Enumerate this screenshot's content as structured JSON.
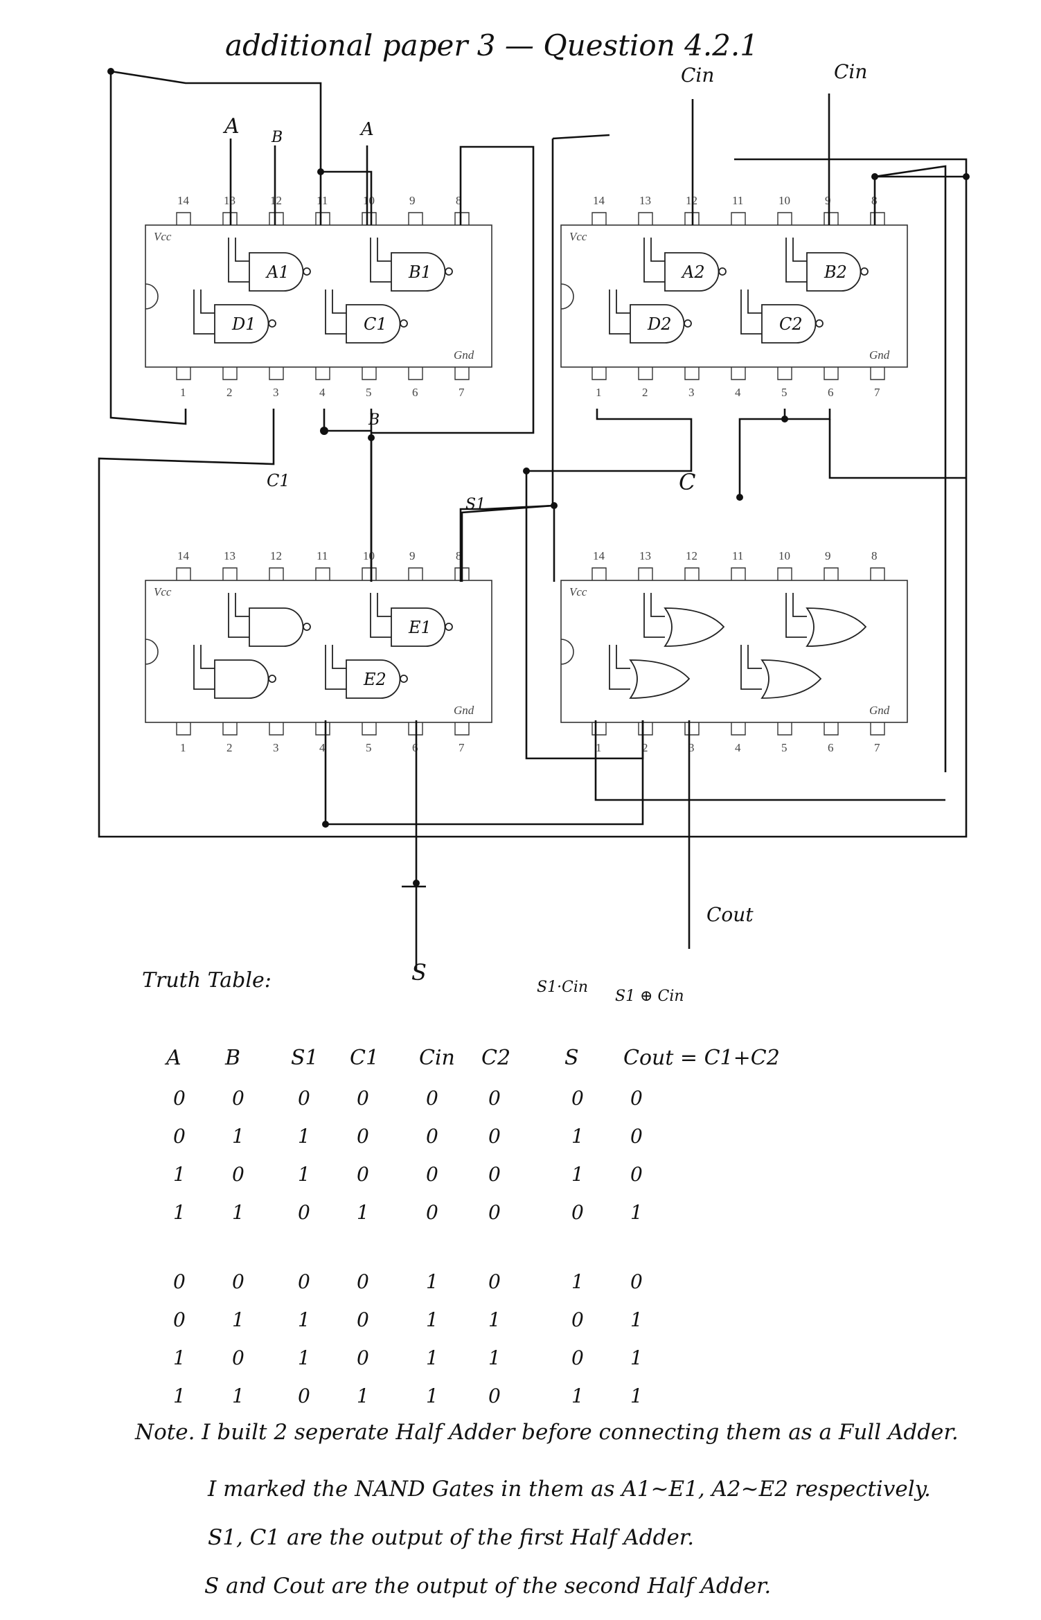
{
  "header": {
    "title": "additional paper 3 — Question 4.2.1"
  },
  "inputs": {
    "a": "A",
    "b": "B",
    "cin": "Cin",
    "b_tap": "B"
  },
  "chip_labels": {
    "vcc": "Vcc",
    "gnd": "Gnd",
    "top_pins": [
      "14",
      "13",
      "12",
      "11",
      "10",
      "9",
      "8"
    ],
    "bottom_pins": [
      "1",
      "2",
      "3",
      "4",
      "5",
      "6",
      "7"
    ]
  },
  "gates": {
    "chip1": [
      "A1",
      "B1",
      "D1",
      "C1"
    ],
    "chip2": [
      "A2",
      "B2",
      "D2",
      "C2"
    ],
    "chip3": [
      "E1",
      "E2"
    ]
  },
  "signals": {
    "c1": "C1",
    "s1": "S1",
    "c": "C",
    "s": "S",
    "cout": "Cout"
  },
  "truth_table": {
    "title": "Truth Table:",
    "annotations": {
      "s1_cin": "S1·Cin",
      "s1_xor_cin": "S1 ⊕ Cin"
    },
    "columns": [
      "A",
      "B",
      "S1",
      "C1",
      "Cin",
      "C2",
      "S",
      "Cout = C1+C2"
    ],
    "rows": [
      [
        "0",
        "0",
        "0",
        "0",
        "0",
        "0",
        "0",
        "0"
      ],
      [
        "0",
        "1",
        "1",
        "0",
        "0",
        "0",
        "1",
        "0"
      ],
      [
        "1",
        "0",
        "1",
        "0",
        "0",
        "0",
        "1",
        "0"
      ],
      [
        "1",
        "1",
        "0",
        "1",
        "0",
        "0",
        "0",
        "1"
      ],
      [
        "0",
        "0",
        "0",
        "0",
        "1",
        "0",
        "1",
        "0"
      ],
      [
        "0",
        "1",
        "1",
        "0",
        "1",
        "1",
        "0",
        "1"
      ],
      [
        "1",
        "0",
        "1",
        "0",
        "1",
        "1",
        "0",
        "1"
      ],
      [
        "1",
        "1",
        "0",
        "1",
        "1",
        "0",
        "1",
        "1"
      ]
    ]
  },
  "notes": [
    "Note. I built 2 seperate Half Adder before connecting them as a Full Adder.",
    "I marked the NAND Gates in them as A1~E1, A2~E2 respectively.",
    "S1, C1 are the output of the first Half Adder.",
    "S and Cout are the output of the second Half Adder."
  ]
}
